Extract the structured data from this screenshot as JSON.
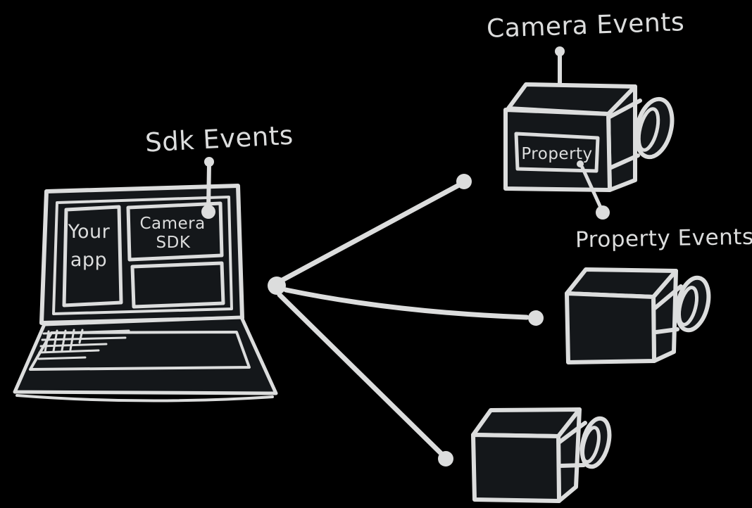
{
  "colors": {
    "background": "#000000",
    "stroke": "#dcdddd",
    "shape_fill": "#14171a"
  },
  "labels": {
    "sdk_events": "Sdk Events",
    "camera_events": "Camera Events",
    "property_events": "Property Events",
    "property": "Property"
  },
  "laptop_screen": {
    "your_app": [
      "Your",
      "app"
    ],
    "camera_sdk": [
      "Camera",
      "SDK"
    ]
  }
}
